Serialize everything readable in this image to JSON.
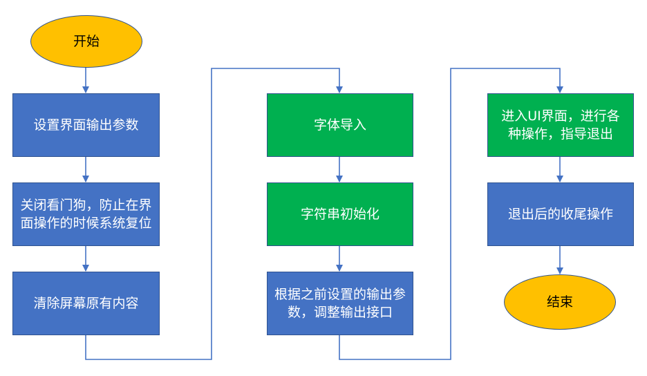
{
  "colors": {
    "process_blue": "#4472c4",
    "process_green": "#00b050",
    "terminal_fill": "#ffc000",
    "connector": "#4472c4",
    "border": "#2f528f"
  },
  "flowchart": {
    "start": "开始",
    "col1": {
      "step1": "设置界面输出参数",
      "step2": "关闭看门狗，防止在界面操作的时候系统复位",
      "step3": "清除屏幕原有内容"
    },
    "col2": {
      "step1": "字体导入",
      "step2": "字符串初始化",
      "step3": "根据之前设置的输出参数，调整输出接口"
    },
    "col3": {
      "step1": "进入UI界面，进行各种操作，指导退出",
      "step2": "退出后的收尾操作"
    },
    "end": "结束"
  }
}
